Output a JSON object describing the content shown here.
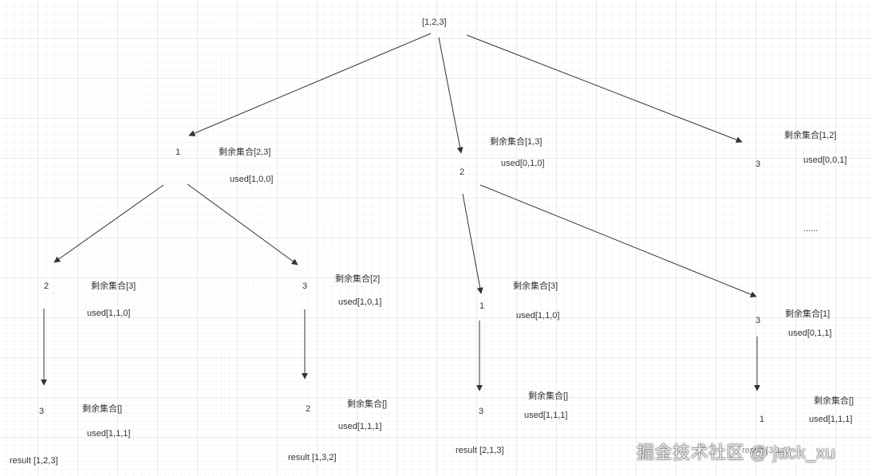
{
  "root": {
    "label": "[1,2,3]"
  },
  "level1": [
    {
      "node": "1",
      "remaining": "剩余集合[2,3]",
      "used": "used[1,0,0]"
    },
    {
      "node": "2",
      "remaining": "剩余集合[1,3]",
      "used": "used[0,1,0]"
    },
    {
      "node": "3",
      "remaining": "剩余集合[1,2]",
      "used": "used[0,0,1]"
    }
  ],
  "level2": [
    {
      "node": "2",
      "remaining": "剩余集合[3]",
      "used": "used[1,1,0]"
    },
    {
      "node": "3",
      "remaining": "剩余集合[2]",
      "used": "used[1,0,1]"
    },
    {
      "node": "1",
      "remaining": "剩余集合[3]",
      "used": "used[1,1,0]"
    },
    {
      "node": "3",
      "remaining": "剩余集合[1]",
      "used": "used[0,1,1]"
    }
  ],
  "level3": [
    {
      "node": "3",
      "remaining": "剩余集合[]",
      "used": "used[1,1,1]",
      "result": "result [1,2,3]"
    },
    {
      "node": "2",
      "remaining": "剩余集合[]",
      "used": "used[1,1,1]",
      "result": "result [1,3,2]"
    },
    {
      "node": "3",
      "remaining": "剩余集合[]",
      "used": "used[1,1,1]",
      "result": "result [2,1,3]"
    },
    {
      "node": "1",
      "remaining": "剩余集合[]",
      "used": "used[1,1,1]",
      "result": "result [3,1,2]"
    }
  ],
  "ellipsis": "......",
  "watermark": "掘金技术社区 @ jack_xu",
  "colors": {
    "edge": "#333333",
    "text": "#333333",
    "grid": "#ebebeb"
  }
}
